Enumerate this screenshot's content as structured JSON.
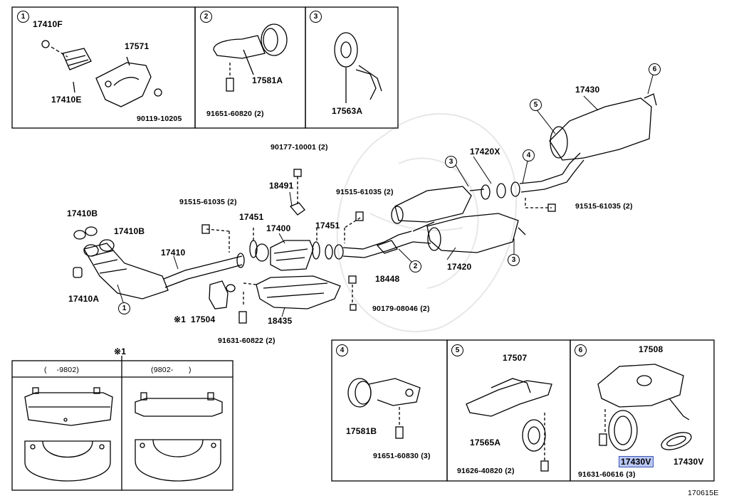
{
  "diagram_code": "170615E",
  "note_mark": "※1",
  "insets": [
    {
      "num": "1",
      "parts": [
        "17410F",
        "17571",
        "17410E",
        "90119-10205"
      ]
    },
    {
      "num": "2",
      "parts": [
        "17581A",
        "91651-60820 (2)"
      ]
    },
    {
      "num": "3",
      "parts": [
        "17563A"
      ]
    },
    {
      "num": "4",
      "parts": [
        "17581B",
        "91651-60830 (3)"
      ]
    },
    {
      "num": "5",
      "parts": [
        "17507",
        "17565A",
        "91626-40820 (2)"
      ]
    },
    {
      "num": "6",
      "parts": [
        "17508",
        "17430V",
        "91631-60616 (3)",
        "17430V"
      ]
    }
  ],
  "main_labels": {
    "p17430": "17430",
    "p17420x": "17420X",
    "p90177": "90177-10001 (2)",
    "p18491": "18491",
    "p91515a": "91515-61035 (2)",
    "p91515b": "91515-61035 (2)",
    "p91515c": "91515-61035 (2)",
    "p17410b_1": "17410B",
    "p17410b_2": "17410B",
    "p17451a": "17451",
    "p17451b": "17451",
    "p17400": "17400",
    "p17410": "17410",
    "p17420": "17420",
    "p18448": "18448",
    "p17410a": "17410A",
    "p17504": "17504",
    "p18435": "18435",
    "p90179": "90179-08046 (2)",
    "p91631": "91631-60822 (2)"
  },
  "variant_box": {
    "col1": "(　 -9802)",
    "col2": "(9802-　　)"
  },
  "callouts": {
    "c1": "1",
    "c2": "2",
    "c3a": "3",
    "c3b": "3",
    "c4": "4",
    "c5": "5",
    "c6": "6"
  }
}
